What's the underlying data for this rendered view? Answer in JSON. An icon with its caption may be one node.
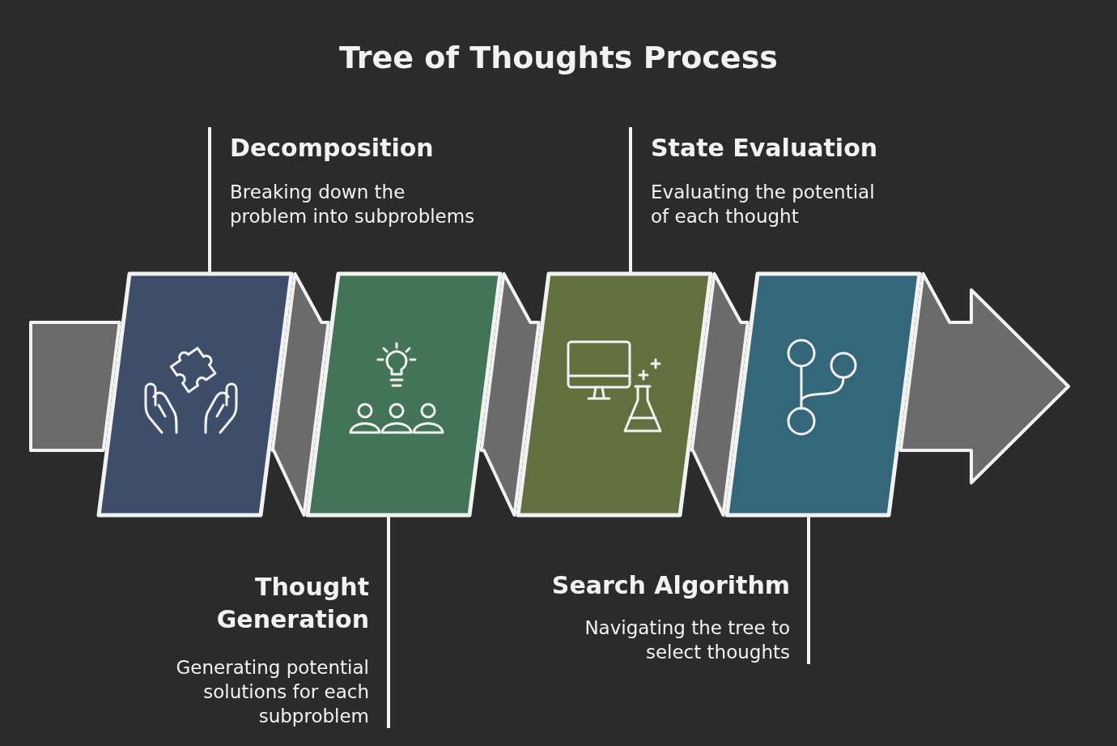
{
  "diagram": {
    "title": "Tree of Thoughts Process",
    "nodes": [
      {
        "text": [
          "Decomposition",
          "Breaking down the problem into subproblems"
        ]
      },
      {
        "text": [
          "State Evaluation",
          "Evaluating the potential of each thought"
        ]
      },
      {
        "text": [],
        "shape": "parallelogram"
      },
      {
        "text": [],
        "shape": "parallelogram"
      },
      {
        "text": [],
        "shape": "parallelogram"
      },
      {
        "text": [],
        "shape": "parallelogram"
      },
      {
        "text": [
          "Thought Generation",
          "Generating potential solutions for each subproblem"
        ]
      },
      {
        "text": [
          "Search Algorithm",
          "Navigating the tree to select thoughts"
        ]
      }
    ],
    "edges": [
      {
        "from": null,
        "to": 2,
        "arrow": "none",
        "style": "thick",
        "color": "#6b6b6b"
      },
      {
        "from": 2,
        "to": 3,
        "arrow": "none",
        "style": "thick",
        "color": "#6b6b6b"
      },
      {
        "from": 3,
        "to": 4,
        "arrow": "none",
        "style": "thick",
        "color": "#6b6b6b"
      },
      {
        "from": 4,
        "to": 5,
        "arrow": "none",
        "style": "thick",
        "color": "#6b6b6b"
      },
      {
        "from": 5,
        "to": null,
        "arrow": "to",
        "style": "thick",
        "color": "#6b6b6b"
      },
      {
        "from": 0,
        "to": 2,
        "arrow": "none"
      },
      {
        "from": 1,
        "to": 4,
        "arrow": "none"
      },
      {
        "from": 6,
        "to": 3,
        "arrow": "none"
      },
      {
        "from": 7,
        "to": 5,
        "arrow": "none"
      }
    ]
  }
}
